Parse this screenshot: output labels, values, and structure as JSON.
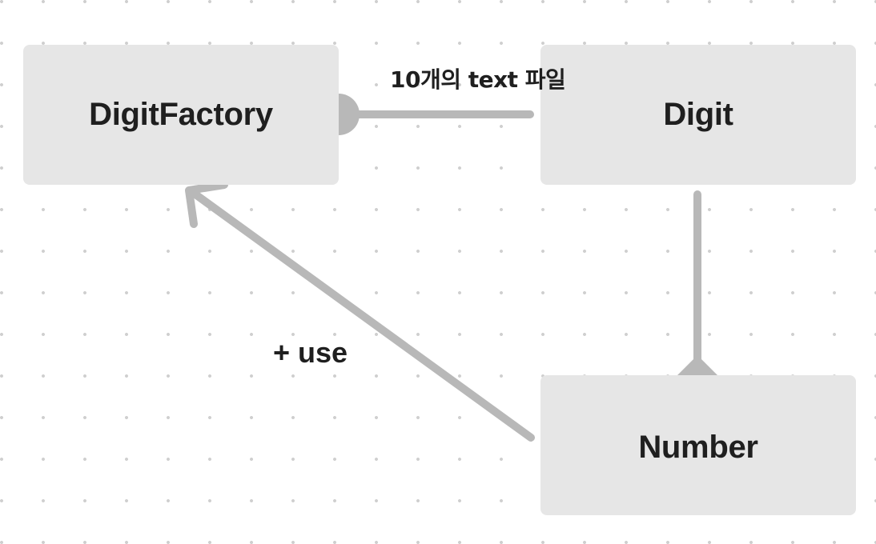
{
  "diagram": {
    "nodes": {
      "digit_factory": "DigitFactory",
      "digit": "Digit",
      "number": "Number"
    },
    "edges": {
      "factory_to_digit": {
        "label": "10개의 text 파일",
        "start_marker": "filled-circle"
      },
      "digit_to_number": {
        "label": "",
        "end_marker": "filled-diamond"
      },
      "number_to_factory": {
        "label": "+ use",
        "end_marker": "open-arrow"
      }
    },
    "colors": {
      "background": "#ffffff",
      "grid_dot": "#cfcfcf",
      "node_fill": "#e6e6e6",
      "connector": "#b8b8b8",
      "text": "#1f1f1f"
    }
  }
}
